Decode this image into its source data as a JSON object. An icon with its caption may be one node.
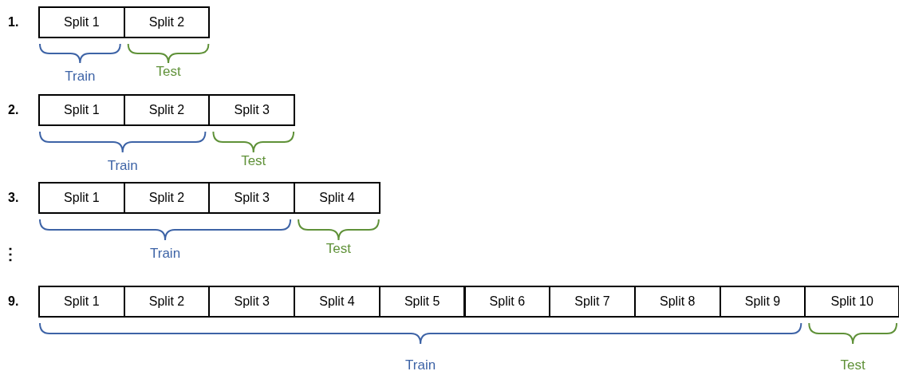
{
  "diagram": {
    "nodes": [
      {
        "text": [
          "Split 1"
        ]
      },
      {
        "text": [
          "Split 2"
        ]
      },
      {
        "text": [
          "Split 1"
        ]
      },
      {
        "text": [
          "Split 2"
        ]
      },
      {
        "text": [
          "Split 3"
        ]
      },
      {
        "text": [
          "Split 1"
        ]
      },
      {
        "text": [
          "Split 2"
        ]
      },
      {
        "text": [
          "Split 3"
        ]
      },
      {
        "text": [
          "Split 4"
        ]
      },
      {
        "text": [
          "Split 1"
        ]
      },
      {
        "text": [
          "Split 2"
        ]
      },
      {
        "text": [
          "Split 3"
        ]
      },
      {
        "text": [
          "Split 4"
        ]
      },
      {
        "text": [
          "Split 5"
        ]
      },
      {
        "text": [
          "Split 6"
        ]
      },
      {
        "text": [
          "Split 7"
        ]
      },
      {
        "text": [
          "Split 8"
        ]
      },
      {
        "text": [
          "Split 9"
        ]
      },
      {
        "text": [
          "Split 10"
        ]
      }
    ],
    "labels": [
      "1.",
      "Train",
      "Test",
      "2.",
      "Train",
      "Test",
      "3.",
      "Train",
      "Test",
      "⋮",
      "9.",
      "Train",
      "Test"
    ]
  }
}
